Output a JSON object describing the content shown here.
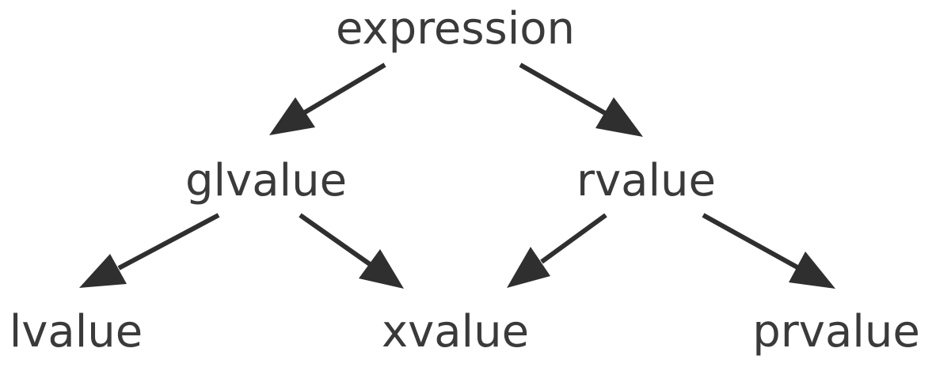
{
  "diagram": {
    "type": "tree",
    "nodes": {
      "expression": "expression",
      "glvalue": "glvalue",
      "rvalue": "rvalue",
      "lvalue": "lvalue",
      "xvalue": "xvalue",
      "prvalue": "prvalue"
    },
    "edges": [
      {
        "from": "expression",
        "to": "glvalue"
      },
      {
        "from": "expression",
        "to": "rvalue"
      },
      {
        "from": "glvalue",
        "to": "lvalue"
      },
      {
        "from": "glvalue",
        "to": "xvalue"
      },
      {
        "from": "rvalue",
        "to": "xvalue"
      },
      {
        "from": "rvalue",
        "to": "prvalue"
      }
    ],
    "colors": {
      "text": "#3a3a3a",
      "arrow": "#2f2f2f",
      "background": "#ffffff"
    }
  }
}
